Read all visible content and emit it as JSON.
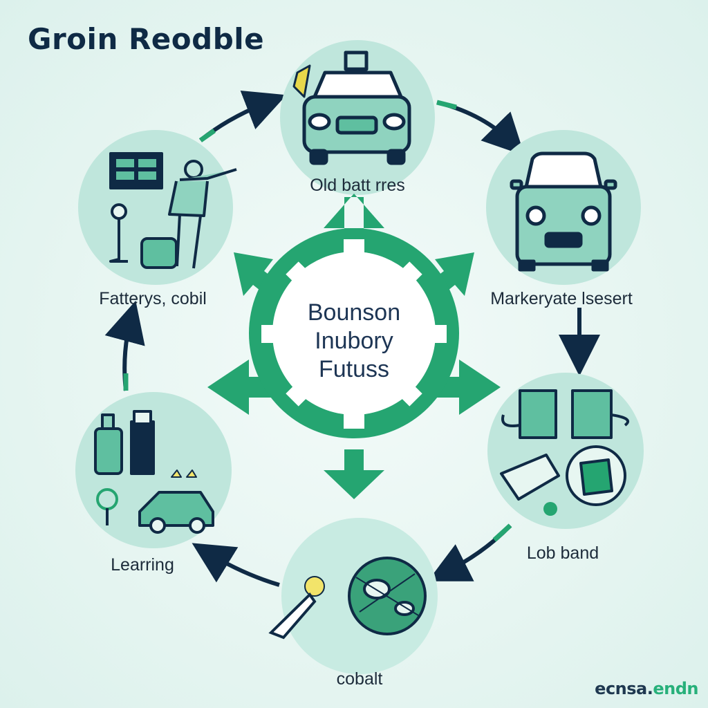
{
  "title": "Groin Reodble",
  "center": {
    "lines": [
      "Bounson",
      "Inubory",
      "Futuss"
    ]
  },
  "nodes": {
    "top": {
      "label": "Old batt rres",
      "icon": "car-icon"
    },
    "right": {
      "label": "Markeryate lsesert",
      "icon": "car-front-icon"
    },
    "bottom_right": {
      "label": "Lob band",
      "icon": "recycling-materials-icon"
    },
    "bottom": {
      "label": "cobalt",
      "icon": "mineral-globe-icon"
    },
    "left_bottom": {
      "label": "Learring",
      "icon": "battery-ev-icon"
    },
    "left_top": {
      "label": "Fatterys, cobil",
      "icon": "worker-battery-icon"
    }
  },
  "watermark": {
    "part1": "ecnsa.",
    "part2": "endn"
  },
  "colors": {
    "circle_fill": "#bfe6dc",
    "accent_green": "#25a571",
    "dark_navy": "#0f2a45",
    "teal_icon": "#8fd3bf"
  }
}
